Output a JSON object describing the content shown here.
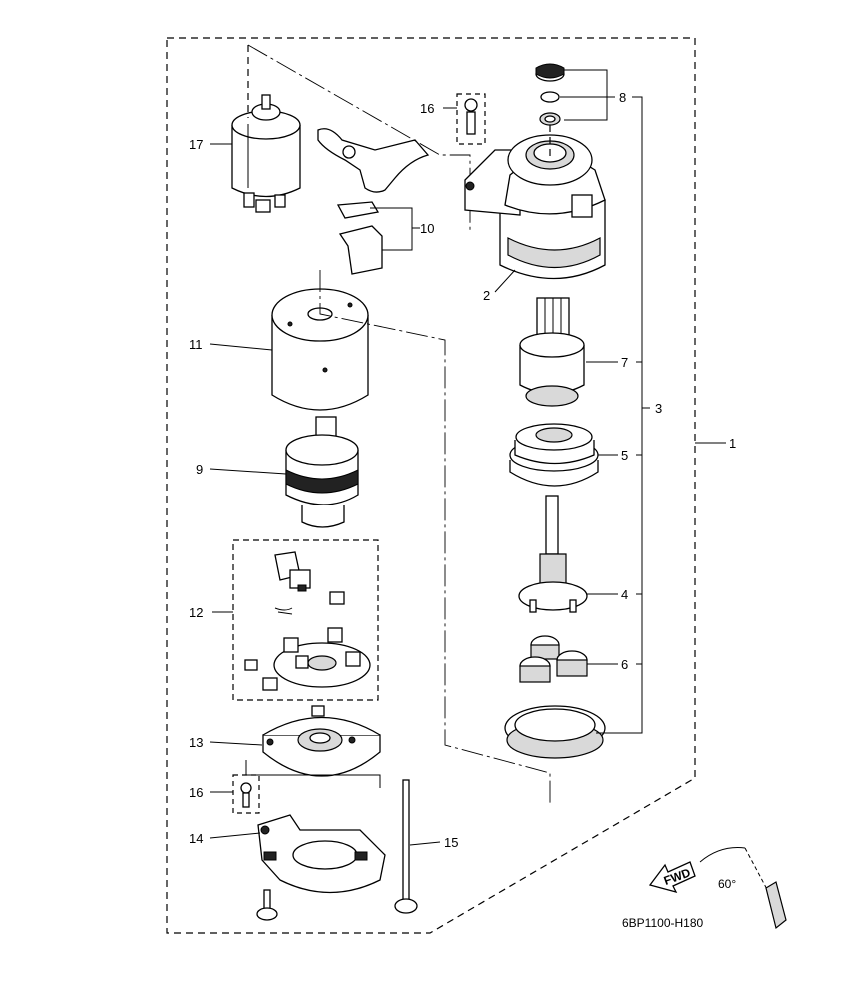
{
  "diagram": {
    "drawing_code": "6BP1100-H180",
    "orientation": {
      "fwd_label": "FWD",
      "angle_label": "60°"
    },
    "callouts": [
      {
        "id": "c1",
        "label": "1"
      },
      {
        "id": "c2",
        "label": "2"
      },
      {
        "id": "c3",
        "label": "3"
      },
      {
        "id": "c4",
        "label": "4"
      },
      {
        "id": "c5",
        "label": "5"
      },
      {
        "id": "c6",
        "label": "6"
      },
      {
        "id": "c7",
        "label": "7"
      },
      {
        "id": "c8",
        "label": "8"
      },
      {
        "id": "c9",
        "label": "9"
      },
      {
        "id": "c10",
        "label": "10"
      },
      {
        "id": "c11",
        "label": "11"
      },
      {
        "id": "c12",
        "label": "12"
      },
      {
        "id": "c13",
        "label": "13"
      },
      {
        "id": "c14",
        "label": "14"
      },
      {
        "id": "c15",
        "label": "15"
      },
      {
        "id": "c16a",
        "label": "16"
      },
      {
        "id": "c16b",
        "label": "16"
      },
      {
        "id": "c17",
        "label": "17"
      }
    ]
  }
}
